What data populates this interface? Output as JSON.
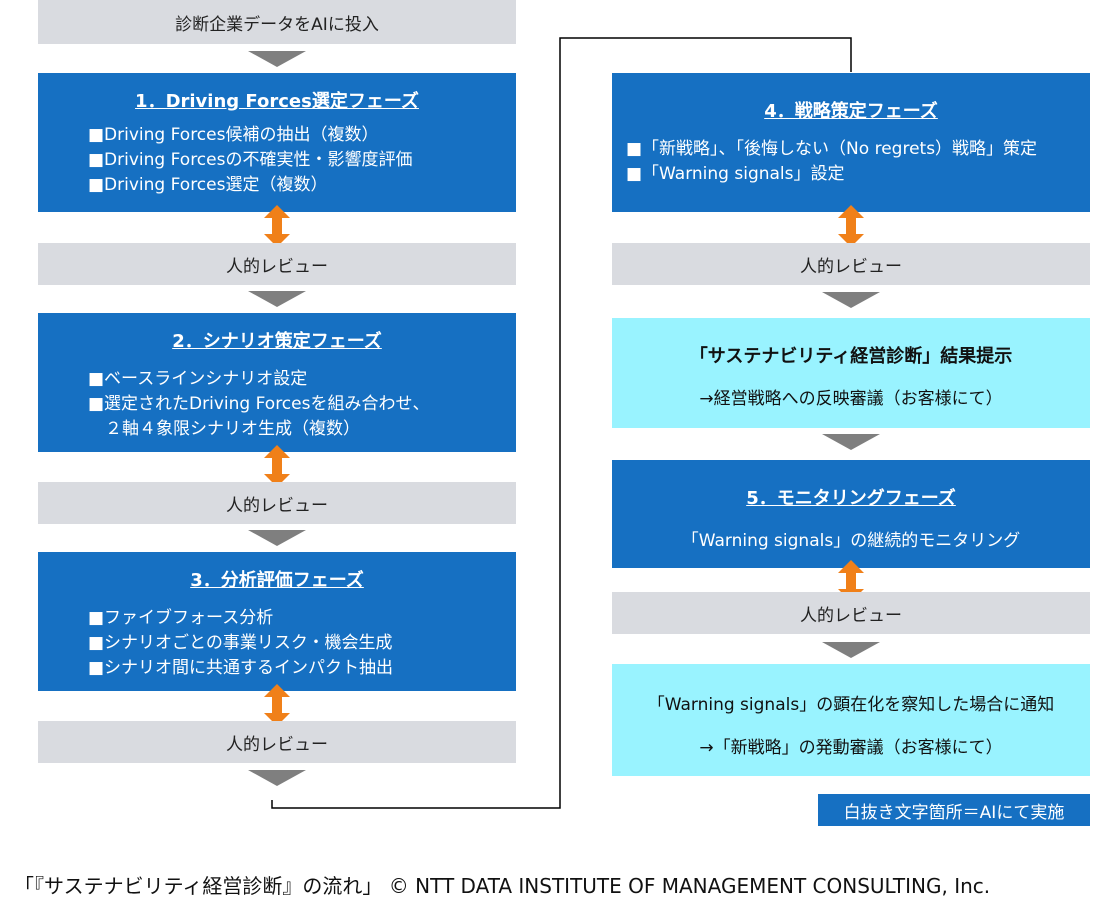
{
  "input_label": "診断企業データをAIに投入",
  "review_label": "人的レビュー",
  "phase1": {
    "title": "1．Driving Forces選定フェーズ",
    "bullets": [
      "■Driving Forces候補の抽出（複数）",
      "■Driving Forcesの不確実性・影響度評価",
      "■Driving Forces選定（複数）"
    ]
  },
  "phase2": {
    "title": "2．シナリオ策定フェーズ",
    "bullets": [
      "■ベースラインシナリオ設定",
      "■選定されたDriving Forcesを組み合わせ、",
      "　２軸４象限シナリオ生成（複数）"
    ]
  },
  "phase3": {
    "title": "3．分析評価フェーズ",
    "bullets": [
      "■ファイブフォース分析",
      "■シナリオごとの事業リスク・機会生成",
      "■シナリオ間に共通するインパクト抽出"
    ]
  },
  "phase4": {
    "title": "4．戦略策定フェーズ",
    "bullets": [
      "■「新戦略」、「後悔しない（No regrets）戦略」策定",
      "■「Warning signals」設定"
    ]
  },
  "result": {
    "title": "「サステナビリティ経営診断」結果提示",
    "line": "→経営戦略への反映審議（お客様にて）"
  },
  "phase5": {
    "title": "5．モニタリングフェーズ",
    "line": "「Warning signals」の継続的モニタリング"
  },
  "notify": {
    "line1": "「Warning signals」の顕在化を察知した場合に通知",
    "line2": "→「新戦略」の発動審議（お客様にて）"
  },
  "legend": "白抜き文字箇所＝AIにて実施",
  "caption": "「『サステナビリティ経営診断』の流れ」 © NTT DATA INSTITUTE OF MANAGEMENT CONSULTING, Inc.",
  "colors": {
    "phase_blue": "#1670c2",
    "result_cyan": "#99f3ff",
    "review_gray": "#d9dbe0",
    "arrow_orange": "#f08019",
    "chevron_gray": "#7f7f7f"
  }
}
